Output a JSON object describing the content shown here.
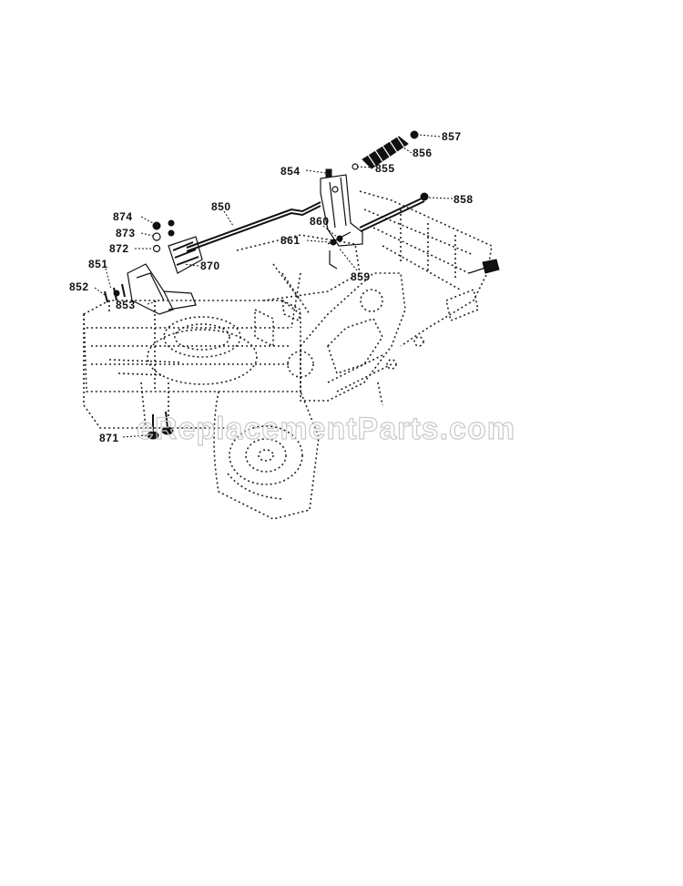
{
  "diagram": {
    "part_labels": {
      "p850": "850",
      "p851": "851",
      "p852": "852",
      "p853": "853",
      "p854": "854",
      "p855": "855",
      "p856": "856",
      "p857": "857",
      "p858": "858",
      "p859": "859",
      "p860": "860",
      "p861": "861",
      "p870": "870",
      "p871": "871",
      "p872": "872",
      "p873": "873",
      "p874": "874"
    },
    "watermark": "eReplacementParts.com",
    "colors": {
      "ink": "#111111",
      "watermark": "#c9c9c9",
      "background": "#ffffff"
    }
  }
}
